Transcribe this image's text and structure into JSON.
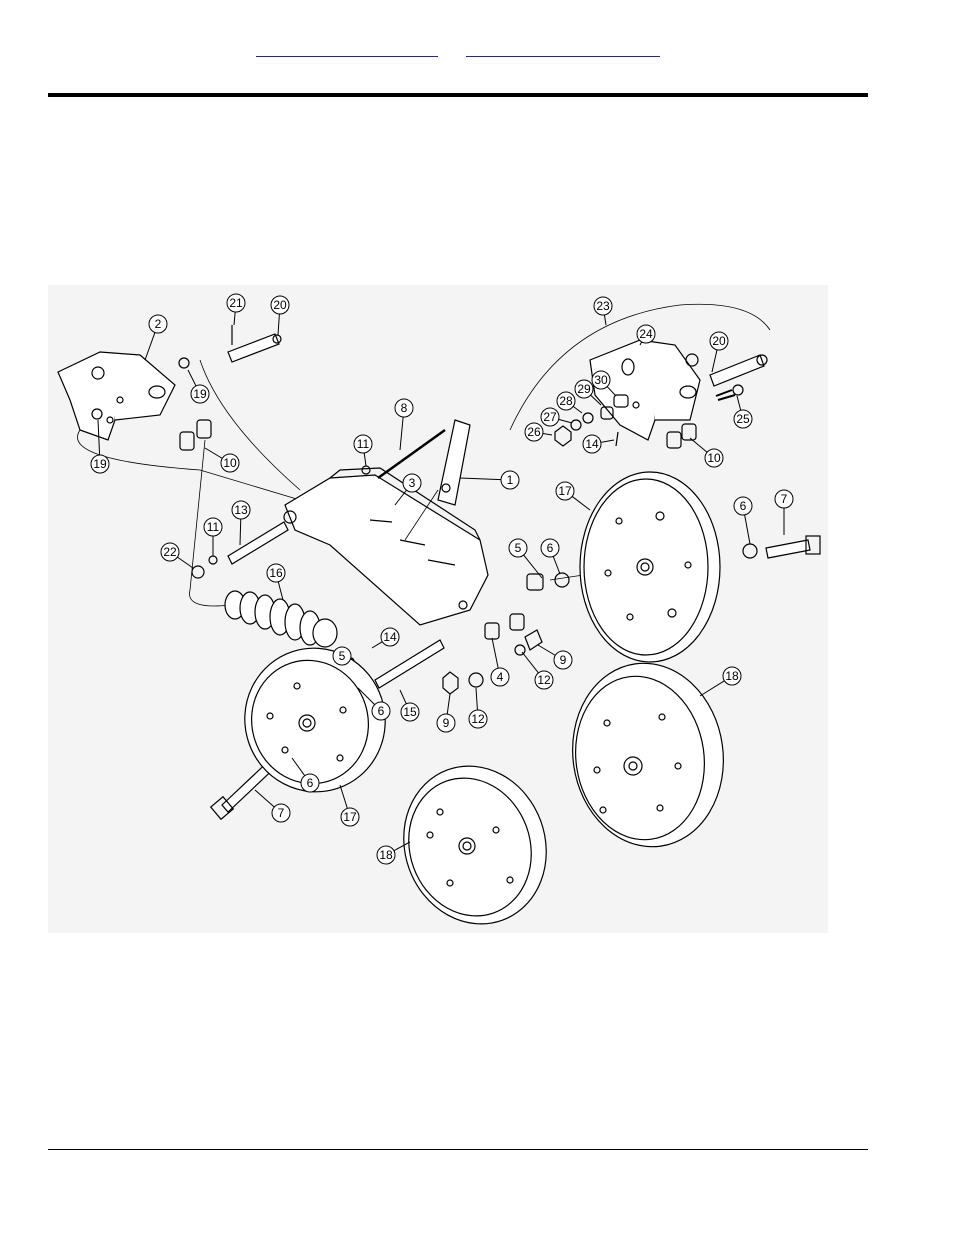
{
  "header": {
    "link_1": "",
    "link_2": ""
  },
  "callouts": [
    "1",
    "2",
    "3",
    "4",
    "5",
    "5",
    "6",
    "6",
    "6",
    "6",
    "7",
    "7",
    "8",
    "9",
    "9",
    "10",
    "10",
    "11",
    "11",
    "12",
    "12",
    "13",
    "14",
    "14",
    "15",
    "16",
    "17",
    "17",
    "18",
    "18",
    "19",
    "19",
    "20",
    "20",
    "21",
    "22",
    "23",
    "24",
    "25",
    "26",
    "27",
    "28",
    "29",
    "30"
  ]
}
